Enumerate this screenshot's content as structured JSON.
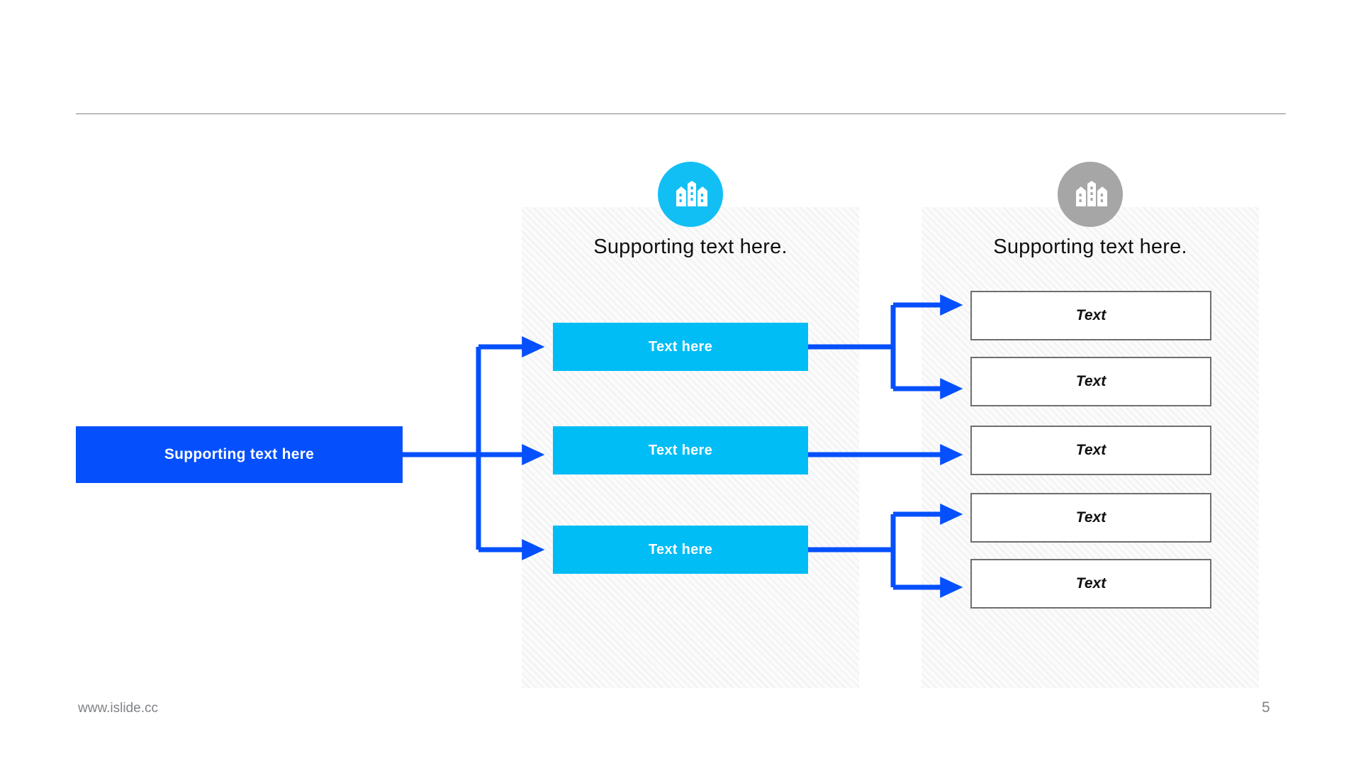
{
  "slide": {
    "page_number": "5",
    "footer_url": "www.islide.cc",
    "colors": {
      "primary_blue": "#0550FC",
      "cyan": "#00BDF5",
      "gray_badge": "#A6A6A6",
      "border_gray": "#6E6E6E",
      "panel_hatch": "#efefef",
      "footer_text": "#808285"
    }
  },
  "columns": {
    "middle": {
      "icon": "buildings-icon",
      "icon_color": "#11BFF5",
      "heading": "Supporting text here."
    },
    "right": {
      "icon": "buildings-icon",
      "icon_color": "#A6A6A6",
      "heading": "Supporting text here."
    }
  },
  "root": {
    "label": "Supporting text here"
  },
  "mid_boxes": [
    {
      "label": "Text here"
    },
    {
      "label": "Text here"
    },
    {
      "label": "Text here"
    }
  ],
  "leaf_boxes": [
    {
      "label": "Text"
    },
    {
      "label": "Text"
    },
    {
      "label": "Text"
    },
    {
      "label": "Text"
    },
    {
      "label": "Text"
    }
  ]
}
